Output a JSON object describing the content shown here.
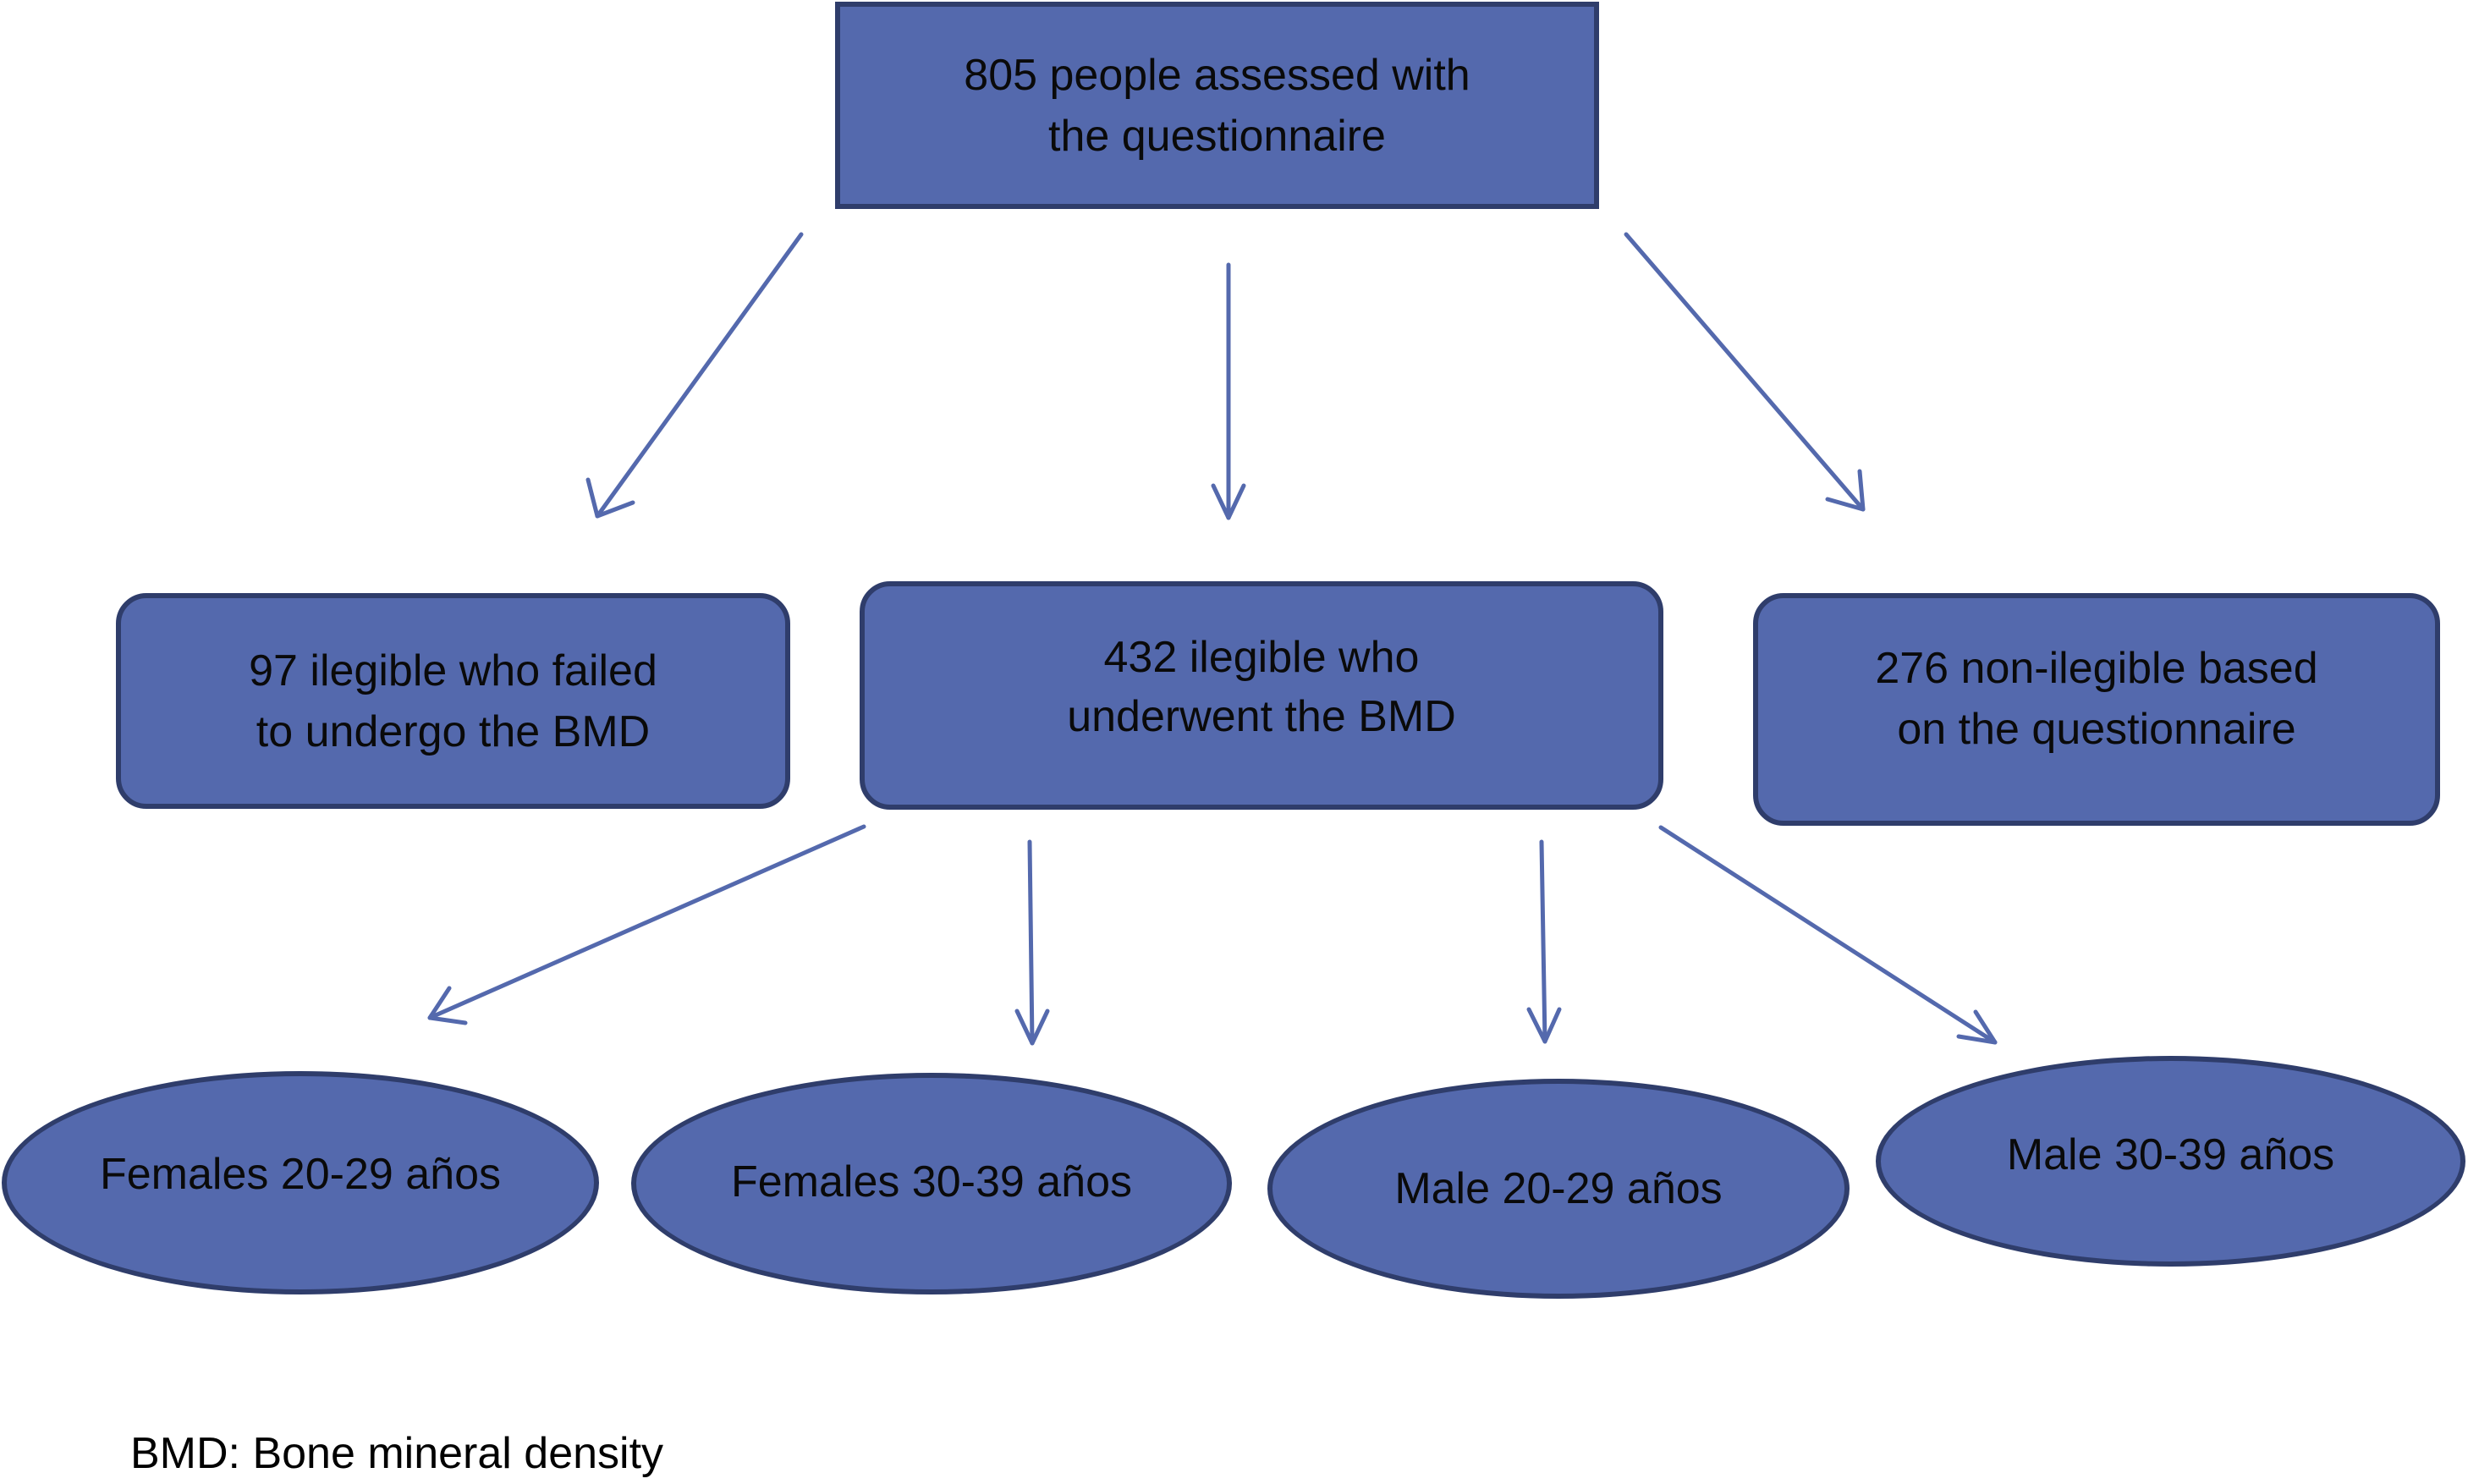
{
  "colors": {
    "node_fill": "#5469ad",
    "node_border": "#2f3d6b",
    "arrow": "#5469ad",
    "text": "#0a0a0a"
  },
  "nodes": {
    "root": {
      "line1": "805 people assessed with",
      "line2": "the questionnaire"
    },
    "failed": {
      "line1": "97 ilegible who failed",
      "line2": "to undergo the BMD"
    },
    "underwent": {
      "line1": "432 ilegible who",
      "line2": "underwent the BMD"
    },
    "nonEligible": {
      "line1": "276 non-ilegible based",
      "line2": "on the questionnaire"
    },
    "groups": [
      {
        "label": "Females 20-29 años"
      },
      {
        "label": "Females 30-39 años"
      },
      {
        "label": "Male 20-29 años"
      },
      {
        "label": "Male 30-39 años"
      }
    ]
  },
  "footnote": "BMD: Bone mineral density"
}
